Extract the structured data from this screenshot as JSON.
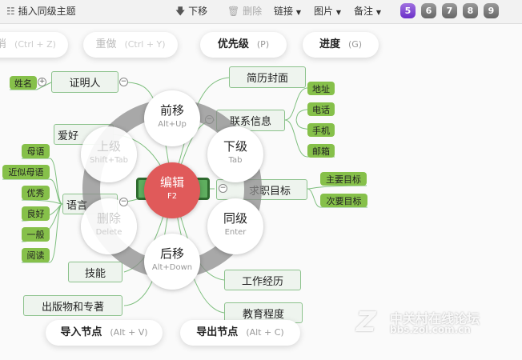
{
  "toolbar": {
    "insert_sibling": "插入同级主题",
    "move_down": "下移",
    "delete": "删除",
    "link": "链接",
    "image": "图片",
    "note": "备注",
    "priority_badges": [
      "5",
      "6",
      "7",
      "8",
      "9"
    ],
    "active_badge_color": "#7a3fd8"
  },
  "quick": {
    "undo": {
      "label": "消",
      "key": "(Ctrl + Z)"
    },
    "redo": {
      "label": "重做",
      "key": "(Ctrl + Y)"
    },
    "priority": {
      "label": "优先级",
      "key": "(P)"
    },
    "progress": {
      "label": "进度",
      "key": "(G)"
    },
    "import": {
      "label": "导入节点",
      "key": "(Alt + V)"
    },
    "export": {
      "label": "导出节点",
      "key": "(Alt + C)"
    }
  },
  "wheel": {
    "edit": {
      "label": "编辑",
      "key": "F2"
    },
    "up": {
      "label": "前移",
      "key": "Alt+Up"
    },
    "child": {
      "label": "下级",
      "key": "Tab"
    },
    "sibling": {
      "label": "同级",
      "key": "Enter"
    },
    "down": {
      "label": "后移",
      "key": "Alt+Down"
    },
    "remove": {
      "label": "删除",
      "key": "Delete"
    },
    "parent": {
      "label": "上级",
      "key": "Shift+Tab"
    }
  },
  "mindmap": {
    "nodes": {
      "witness": "证明人",
      "name": "姓名",
      "cover": "简历封面",
      "contact": "联系信息",
      "hobby": "爱好",
      "language": "语言",
      "goal": "求职目标",
      "skills": "技能",
      "publications": "出版物和专著",
      "work": "工作经历",
      "education": "教育程度"
    },
    "contact_items": [
      "地址",
      "电话",
      "手机",
      "邮箱"
    ],
    "goal_items": [
      "主要目标",
      "次要目标"
    ],
    "language_items": [
      "母语",
      "近似母语",
      "优秀",
      "良好",
      "一般",
      "阅读"
    ]
  },
  "colors": {
    "node_border": "#8cc28c",
    "leaf": "#86c04a",
    "edit": "#e05a5a"
  },
  "watermark": {
    "title": "中关村在线论坛",
    "url": "bbs.zol.com.cn"
  }
}
